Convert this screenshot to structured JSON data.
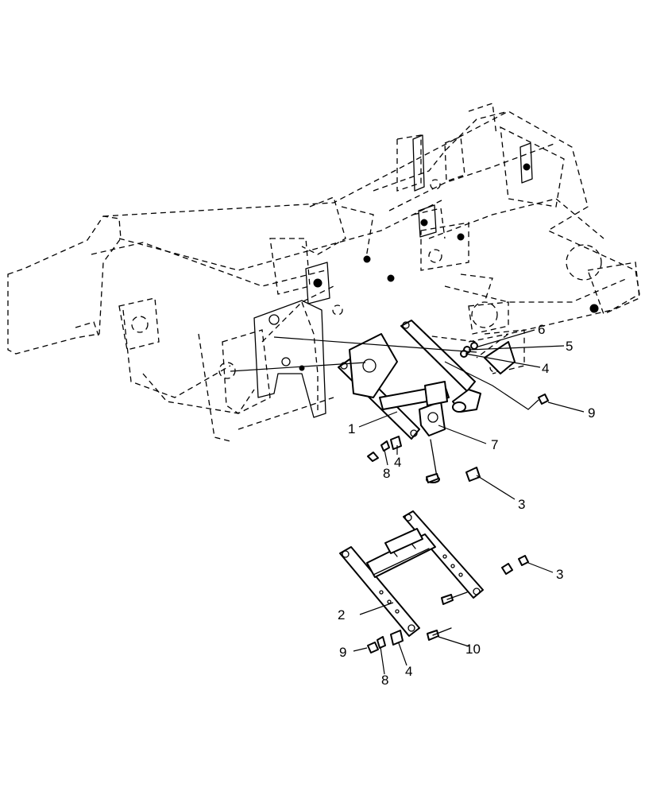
{
  "callouts": {
    "c1": "1",
    "c2": "2",
    "c3a": "3",
    "c3b": "3",
    "c4a": "4",
    "c4b": "4",
    "c4c": "4",
    "c5": "5",
    "c6": "6",
    "c7": "7",
    "c8a": "8",
    "c8b": "8",
    "c9a": "9",
    "c9b": "9",
    "c10": "10"
  }
}
